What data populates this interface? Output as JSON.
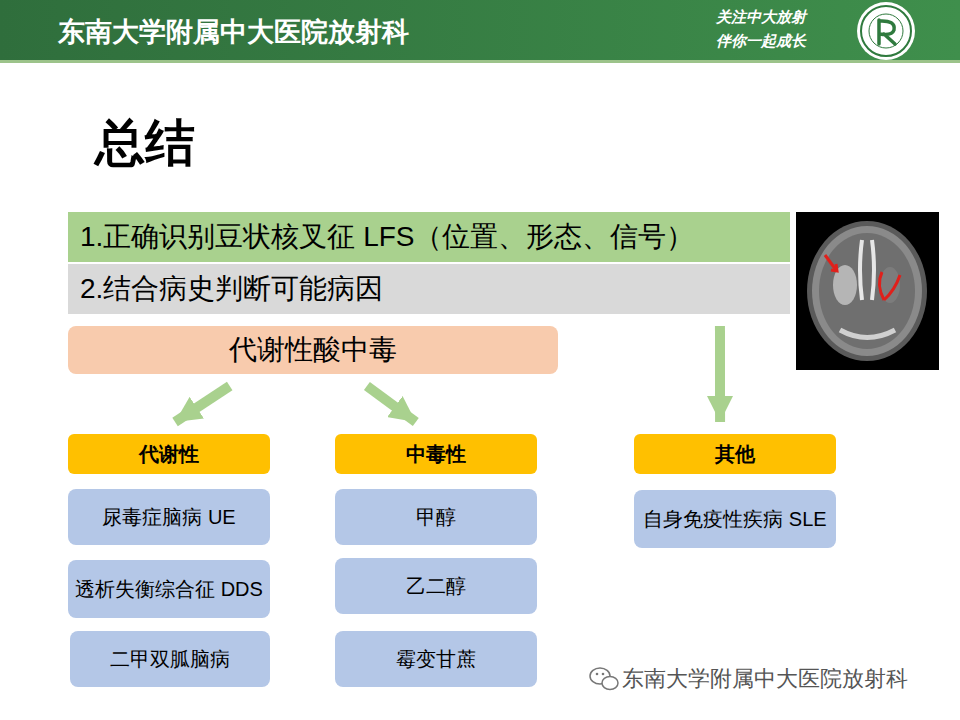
{
  "diagram": {
    "title": "总结",
    "nodes": [
      {
        "text": [
          "1.正确识别豆状核叉征 LFS（位置、形态、信号）"
        ]
      },
      {
        "text": [
          "2.结合病史判断可能病因"
        ]
      },
      {
        "text": [
          "代谢性酸中毒"
        ]
      },
      {
        "text": [
          "代谢性"
        ]
      },
      {
        "text": [
          "中毒性"
        ]
      },
      {
        "text": [
          "其他"
        ]
      },
      {
        "text": [
          "尿毒症脑病 UE"
        ]
      },
      {
        "text": [
          "透析失衡综合征 DDS"
        ]
      },
      {
        "text": [
          "二甲双胍脑病"
        ]
      },
      {
        "text": [
          "甲醇"
        ]
      },
      {
        "text": [
          "乙二醇"
        ]
      },
      {
        "text": [
          "霉变甘蔗"
        ]
      },
      {
        "text": [
          "自身免疫性疾病 SLE"
        ]
      }
    ],
    "edges": [
      {
        "from": 2,
        "to": 3,
        "arrow": "to"
      },
      {
        "from": 2,
        "to": 4,
        "arrow": "to"
      },
      {
        "from": 1,
        "to": 5,
        "arrow": "to"
      }
    ],
    "labels": [
      "东南大学附属中大医院放射科",
      "关注中大放射",
      "伴你一起成长",
      "东南大学附属中大医院放射科"
    ]
  }
}
